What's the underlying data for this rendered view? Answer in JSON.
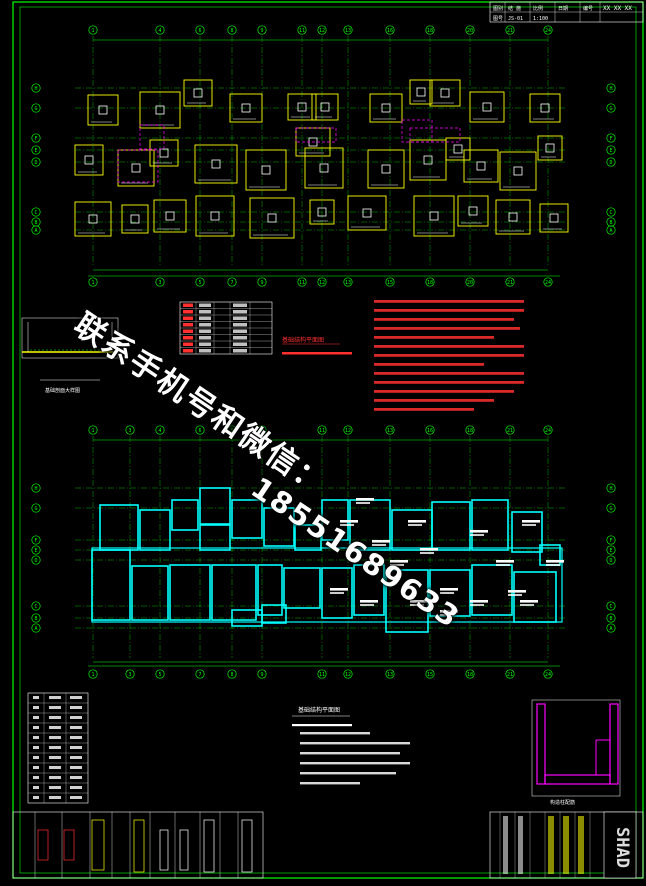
{
  "watermark": {
    "contact_text": "联系手机号和微信：",
    "phone": "18551689633"
  },
  "title_block": {
    "top_right_cells": [
      "XX",
      "XX",
      "XX"
    ],
    "right_logo": "SHAD"
  },
  "foundation_plan": {
    "column_axes_top": [
      "1",
      "4",
      "6",
      "8",
      "9",
      "11",
      "13",
      "16",
      "18",
      "21",
      "24"
    ],
    "column_axes_bottom": [
      "1",
      "3",
      "5",
      "7",
      "9",
      "11",
      "13",
      "15",
      "18",
      "21",
      "24"
    ],
    "row_axes": [
      "H",
      "G",
      "F",
      "E",
      "D",
      "C",
      "B",
      "A"
    ]
  },
  "notes_title_1": "基础结构平面图",
  "notes_title_2": "基础结构平面图",
  "colors": {
    "background": "#000000",
    "frame": "#00ff00",
    "grid": "#00ff00",
    "footing": "#ffff00",
    "beam": "#00ffff",
    "notes": "#ff3030",
    "pier": "#ff00ff"
  },
  "icons": [
    "axis-bubble-icon",
    "footing-symbol-icon"
  ]
}
